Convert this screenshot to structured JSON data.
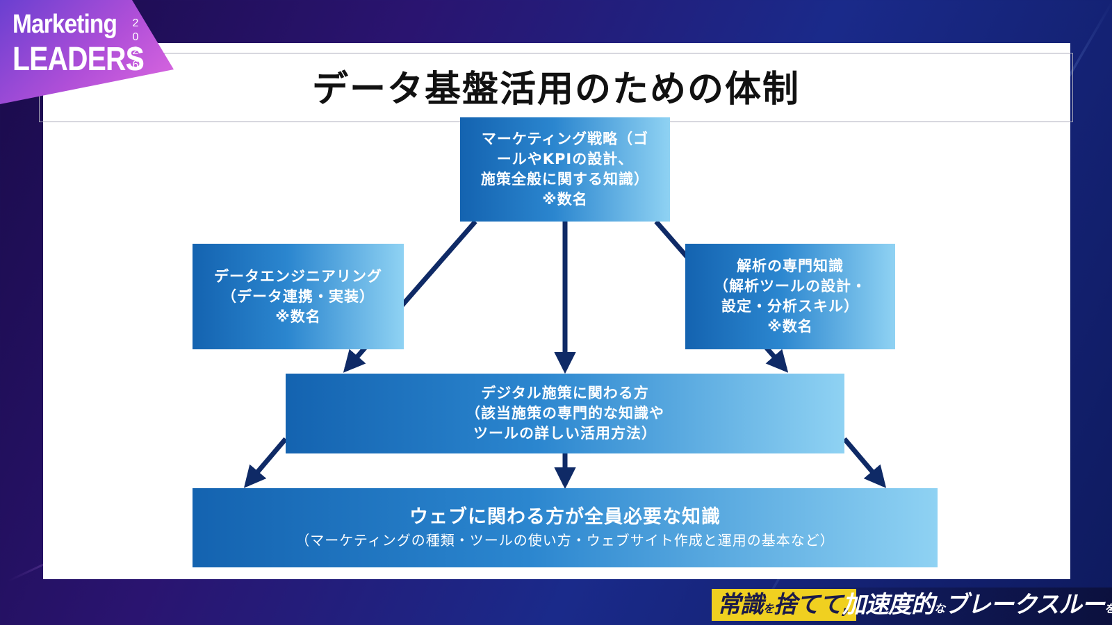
{
  "logo": {
    "line1": "Marketing",
    "line2": "LEADERS",
    "year_digits": [
      "2",
      "0",
      "2",
      "6"
    ]
  },
  "slide": {
    "title": "データ基盤活用のための体制"
  },
  "diagram": {
    "top": [
      "マーケティング戦略（ゴ",
      "ールやKPIの設計、",
      "施策全般に関する知識）",
      "※数名"
    ],
    "left": [
      "データエンジニアリング",
      "（データ連携・実装）",
      "※数名"
    ],
    "right": [
      "解析の専門知識",
      "（解析ツールの設計・",
      "設定・分析スキル）",
      "※数名"
    ],
    "middle": [
      "デジタル施策に関わる方",
      "（該当施策の専門的な知識や",
      "ツールの詳しい活用方法）"
    ],
    "bottom": {
      "main": "ウェブに関わる方が全員必要な知識",
      "sub": "（マーケティングの種類・ツールの使い方・ウェブサイト作成と運用の基本など）"
    }
  },
  "tagline": {
    "highlight_a": "常識",
    "small_a": "を",
    "highlight_b": "捨てて,",
    "rest_a": "加速度的",
    "small_b": "な",
    "rest_b": "ブレークスルー",
    "small_c": "を起こす"
  },
  "colors": {
    "box_dark": "#1463b0",
    "box_light": "#8fd2f3",
    "arrow": "#0f2a66",
    "tagline_highlight": "#f0d020"
  }
}
